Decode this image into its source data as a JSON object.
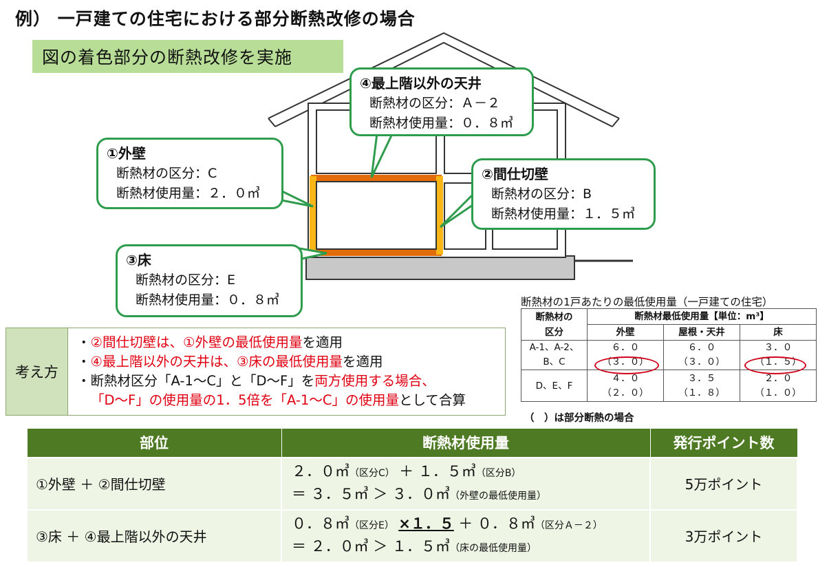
{
  "title": "例） 一戸建ての住宅における部分断熱改修の場合",
  "banner": "図の着色部分の断熱改修を実施",
  "callouts": {
    "c4": {
      "title": "④最上階以外の天井",
      "line1": "断熱材の区分：Ａ－２",
      "line2": "断熱材使用量：０．８㎥"
    },
    "c1": {
      "title": "①外壁",
      "line1": "断熱材の区分：C",
      "line2": "断熱材使用量：２．０㎥"
    },
    "c2": {
      "title": "②間仕切壁",
      "line1": "断熱材の区分：B",
      "line2": "断熱材使用量：１．５㎥"
    },
    "c3": {
      "title": "③床",
      "line1": "断熱材の区分：E",
      "line2": "断熱材使用量：０．８㎥"
    }
  },
  "approach": {
    "head": "考え方",
    "b1_red": "②間仕切壁は、①外壁の最低使用量",
    "b1_tail": "を適用",
    "b2_red": "④最上階以外の天井は、③床の最低使用量",
    "b2_tail": "を適用",
    "b3_a": "・断熱材区分「A-1～C」と「D～F」を",
    "b3_red": "両方使用する場合、",
    "b4_red": "「D～F」の使用量の1．5倍を「A-1～C」の使用量",
    "b4_tail": "として合算",
    "bullet": "・"
  },
  "min_table": {
    "caption": "断熱材の1戸あたりの最低使用量（一戸建ての住宅）",
    "h_category_1": "断熱材の",
    "h_category_2": "区分",
    "h_usage": "断熱材最低使用量【単位：m³】",
    "cols": [
      "外壁",
      "屋根・天井",
      "床"
    ],
    "rows": [
      {
        "cat1": "A-1、A-2、",
        "cat2": "B、C",
        "v": [
          "６．０",
          "６．０",
          "３．０"
        ],
        "p": [
          "（３．０）",
          "（３．０）",
          "（１．５）"
        ]
      },
      {
        "cat1": "D、E、F",
        "cat2": "",
        "v": [
          "４．０",
          "３．５",
          "２．０"
        ],
        "p": [
          "（２．０）",
          "（１．８）",
          "（１．０）"
        ]
      }
    ],
    "note": "（　）は部分断熱の場合"
  },
  "big_table": {
    "headers": [
      "部位",
      "断熱材使用量",
      "発行ポイント数"
    ],
    "rows": [
      {
        "part": "①外壁 ＋ ②間仕切壁",
        "l1a": "２．０㎥",
        "l1a_s": "（区分C）",
        "l1b": "＋ １．５㎥",
        "l1b_s": "（区分B）",
        "l2a": "＝ ３．５㎥ ＞ ３．０㎥",
        "l2_s": "（外壁の最低使用量）",
        "points": "5万ポイント"
      },
      {
        "part": "③床 ＋ ④最上階以外の天井",
        "l1a": "０．８㎥",
        "l1a_s": "（区分E）",
        "l1m": "×１．５",
        "l1b": "＋ ０．８㎥",
        "l1b_s": "（区分Ａ－２）",
        "l2a": "＝ ２．０㎥ ＞ １．５㎥",
        "l2_s": "（床の最低使用量）",
        "points": "3万ポイント"
      }
    ]
  }
}
